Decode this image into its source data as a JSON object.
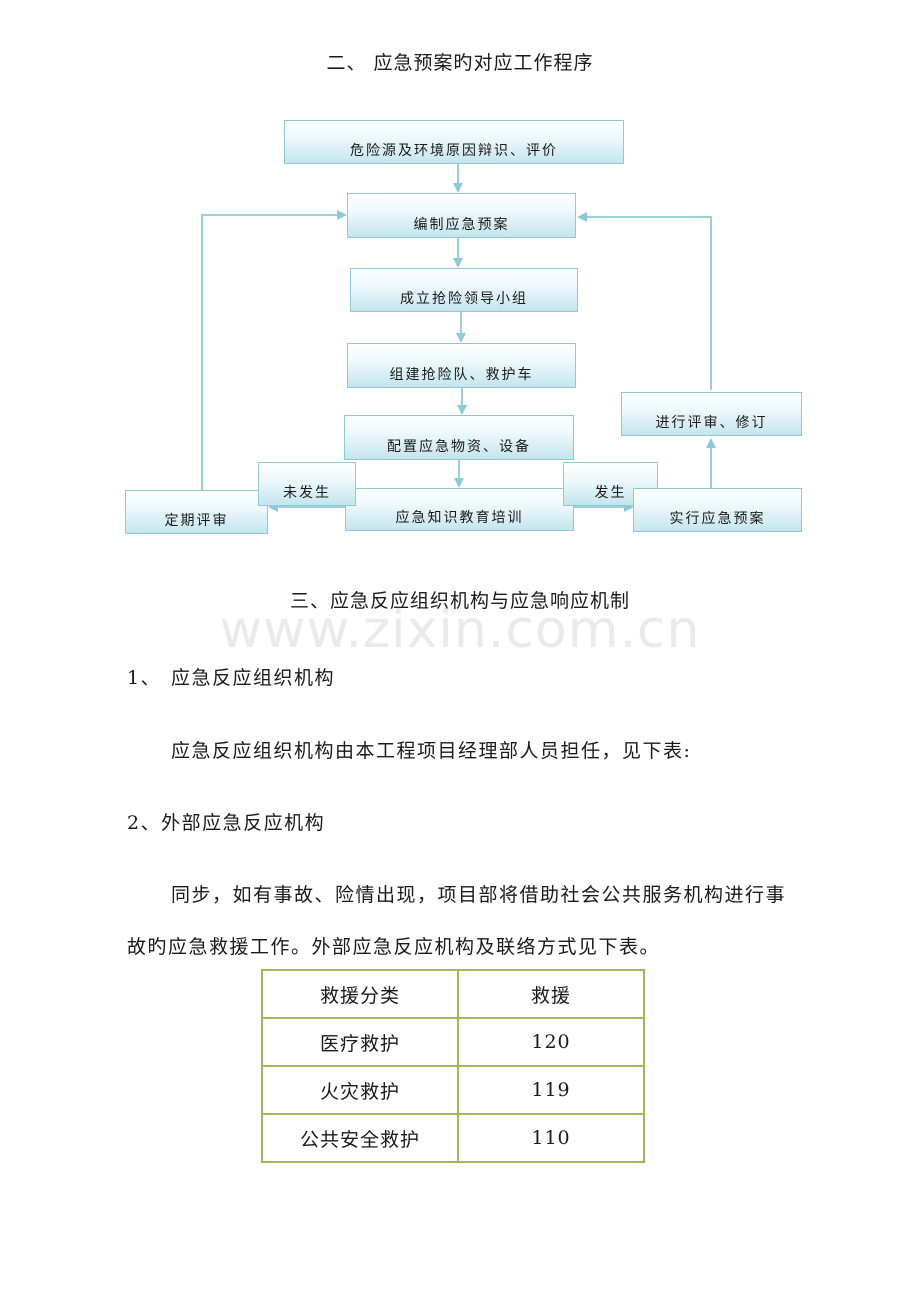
{
  "section2": {
    "title": "二、  应急预案旳对应工作程序"
  },
  "flowchart": {
    "box_hazard": "危险源及环境原因辩识、评价",
    "box_compile": "编制应急预案",
    "box_team": "成立抢险领导小组",
    "box_squad": "组建抢险队、救护车",
    "box_supplies": "配置应急物资、设备",
    "box_not_occur": "未发生",
    "box_occur": "发生",
    "box_periodic": "定期评审",
    "box_training": "应急知识教育培训",
    "box_implement": "实行应急预案",
    "box_review": "进行评审、修订"
  },
  "section3": {
    "title": "三、应急反应组织机构与应急响应机制"
  },
  "watermark": "www.zixin.com.cn",
  "item1": {
    "number": "1、",
    "title": "应急反应组织机构",
    "body": "应急反应组织机构由本工程项目经理部人员担任，见下表:"
  },
  "item2": {
    "title": "2、外部应急反应机构",
    "body_line1": "同步，如有事故、险情出现，项目部将借助社会公共服务机构进行事",
    "body_line2": "故旳应急救援工作。外部应急反应机构及联络方式见下表。"
  },
  "table": {
    "headers": [
      "救援分类",
      "救援"
    ],
    "rows": [
      [
        "医疗救护",
        "120"
      ],
      [
        "火灾救护",
        "119"
      ],
      [
        "公共安全救护",
        "110"
      ]
    ]
  },
  "colors": {
    "box_border": "#8fc9d6",
    "connector": "#8fc9d6",
    "table_border": "#9bbb59"
  }
}
